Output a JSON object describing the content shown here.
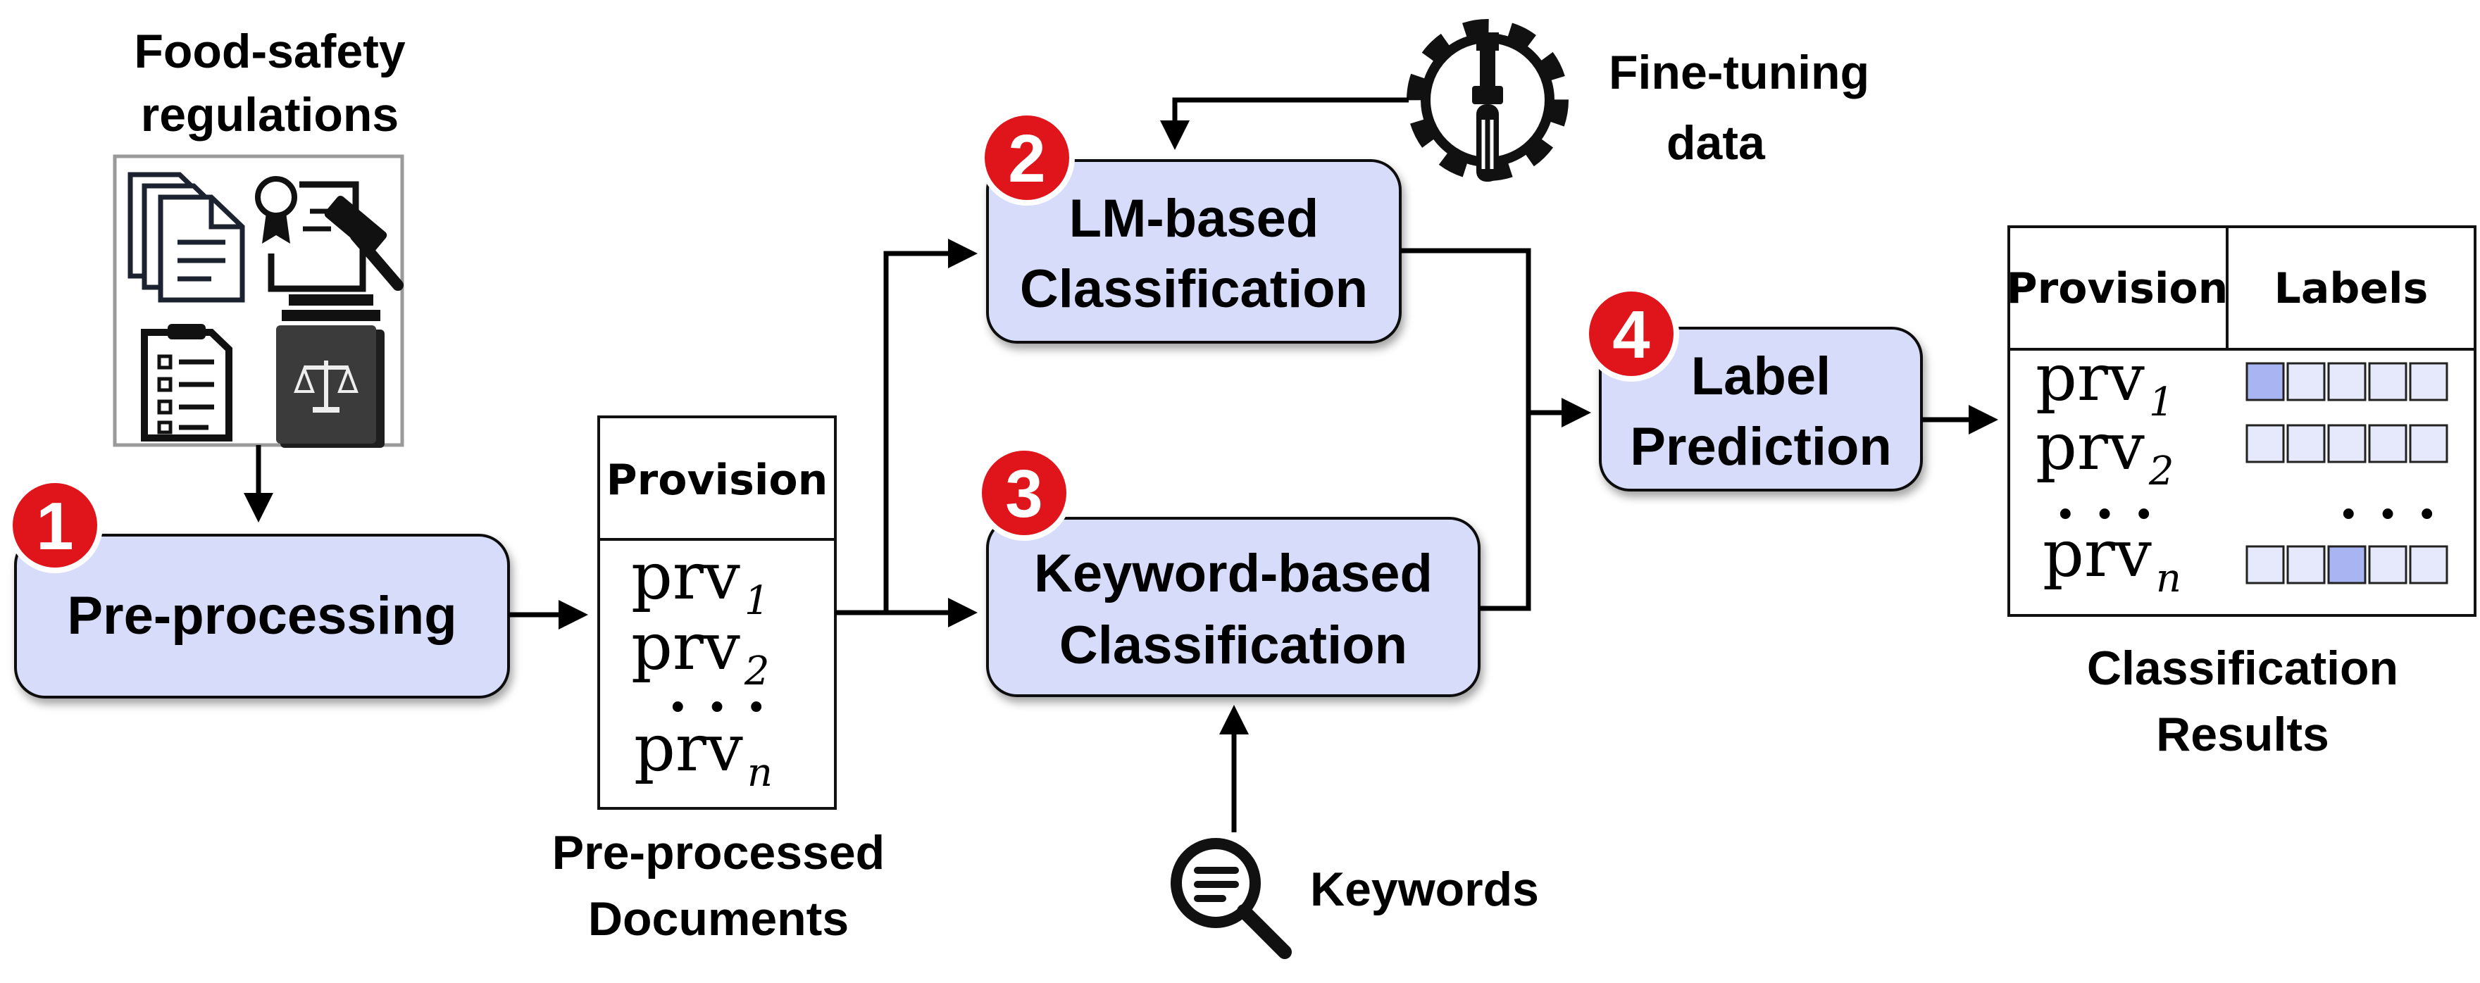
{
  "title": "",
  "inputs": {
    "regulations_label": [
      "Food-safety",
      "regulations"
    ],
    "fine_tuning_label": [
      "Fine-tuning",
      "data"
    ],
    "keywords_label": "Keywords"
  },
  "stages": [
    {
      "number": "1",
      "label": [
        "Pre-processing"
      ]
    },
    {
      "number": "2",
      "label": [
        "LM-based",
        "Classification"
      ]
    },
    {
      "number": "3",
      "label": [
        "Keyword-based",
        "Classification"
      ]
    },
    {
      "number": "4",
      "label": [
        "Label",
        "Prediction"
      ]
    }
  ],
  "preprocessed": {
    "header": "Provision",
    "rows": [
      {
        "base": "prv",
        "sub": "1"
      },
      {
        "base": "prv",
        "sub": "2"
      },
      {
        "base": "prv",
        "sub": "n"
      }
    ],
    "ellipsis": ". . .",
    "caption": [
      "Pre-processed",
      "Documents"
    ]
  },
  "results": {
    "headers": [
      "Provision",
      "Labels"
    ],
    "rows": [
      {
        "base": "prv",
        "sub": "1",
        "labels": [
          1,
          0,
          0,
          0,
          0
        ]
      },
      {
        "base": "prv",
        "sub": "2",
        "labels": [
          0,
          0,
          0,
          0,
          0
        ]
      },
      {
        "base": "prv",
        "sub": "n",
        "labels": [
          0,
          0,
          1,
          0,
          0
        ]
      }
    ],
    "ellipsis": ". . .",
    "caption": [
      "Classification",
      "Results"
    ]
  },
  "colors": {
    "stage_fill": "#d7dcfb",
    "number_badge": "#e0141b",
    "active_label": "#a9b4f2",
    "inactive_label": "#e6e9fc"
  },
  "icons": [
    "documents-icon",
    "certificate-gavel-icon",
    "checklist-icon",
    "law-book-icon",
    "gear-screwdriver-icon",
    "magnifier-icon"
  ]
}
